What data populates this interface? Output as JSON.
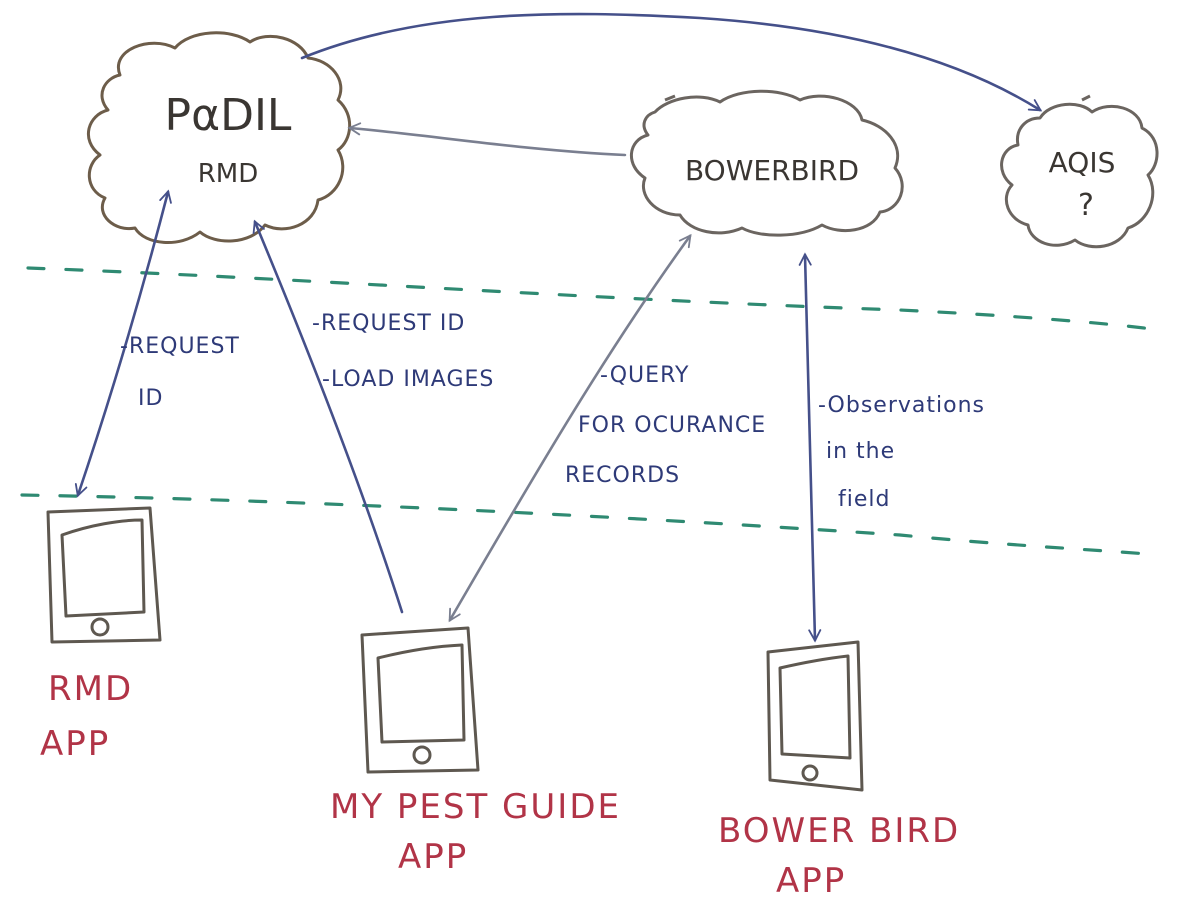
{
  "nodes": {
    "padil": {
      "title": "P⍺DIL",
      "subtitle": "RMD"
    },
    "bowerbird": {
      "title": "BOWERBIRD"
    },
    "aqis": {
      "title": "AQIS",
      "mark": "?"
    }
  },
  "edges": {
    "rmd_app": {
      "lines": [
        "-REQUEST",
        "ID"
      ]
    },
    "pest_guide_padil": {
      "lines": [
        "-REQUEST ID",
        "-LOAD IMAGES"
      ]
    },
    "pest_guide_bowerbird": {
      "lines": [
        "-QUERY",
        "FOR OCURANCE",
        "RECORDS"
      ]
    },
    "bowerbird_app": {
      "lines": [
        "-Observations",
        "in the",
        "field"
      ]
    }
  },
  "apps": {
    "rmd": {
      "lines": [
        "RMD",
        "APP"
      ]
    },
    "pest_guide": {
      "lines": [
        "MY PEST GUIDE",
        "APP"
      ]
    },
    "bowerbird": {
      "lines": [
        "BOWER BIRD",
        "APP"
      ]
    }
  },
  "colors": {
    "ink_blue": "#45508a",
    "ink_gray": "#7a7f90",
    "ink_green": "#2f8a72",
    "ink_red": "#b13447",
    "ink_brown": "#6d5d4a"
  }
}
